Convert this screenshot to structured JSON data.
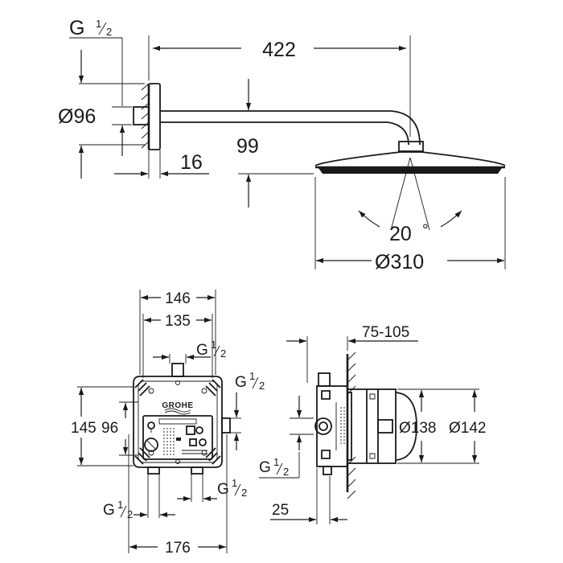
{
  "colors": {
    "line": "#1a1a1a",
    "background": "#ffffff"
  },
  "shower_head": {
    "arm_length": "422",
    "arm_drop": "99",
    "flange_thread_label": "G",
    "flange_thread_num": "1",
    "flange_thread_den": "2",
    "flange_diameter": "Ø96",
    "flange_depth": "16",
    "spray_angle": "20",
    "spray_angle_unit": "°",
    "head_diameter": "Ø310"
  },
  "box_front": {
    "width_outer": "146",
    "width_inner": "135",
    "height_outer": "145",
    "height_inner": "96",
    "total_width": "176",
    "thread_top": {
      "label": "G",
      "num": "1",
      "den": "2"
    },
    "thread_right": {
      "label": "G",
      "num": "1",
      "den": "2"
    },
    "thread_bottom_left": {
      "label": "G",
      "num": "1",
      "den": "2"
    },
    "thread_bottom_right": {
      "label": "G",
      "num": "1",
      "den": "2"
    },
    "brand_logo": "GROHE"
  },
  "box_side": {
    "install_depth": "75-105",
    "diameter_inner": "Ø138",
    "diameter_outer": "Ø142",
    "offset": "25",
    "thread_left": {
      "label": "G",
      "num": "1",
      "den": "2"
    }
  }
}
